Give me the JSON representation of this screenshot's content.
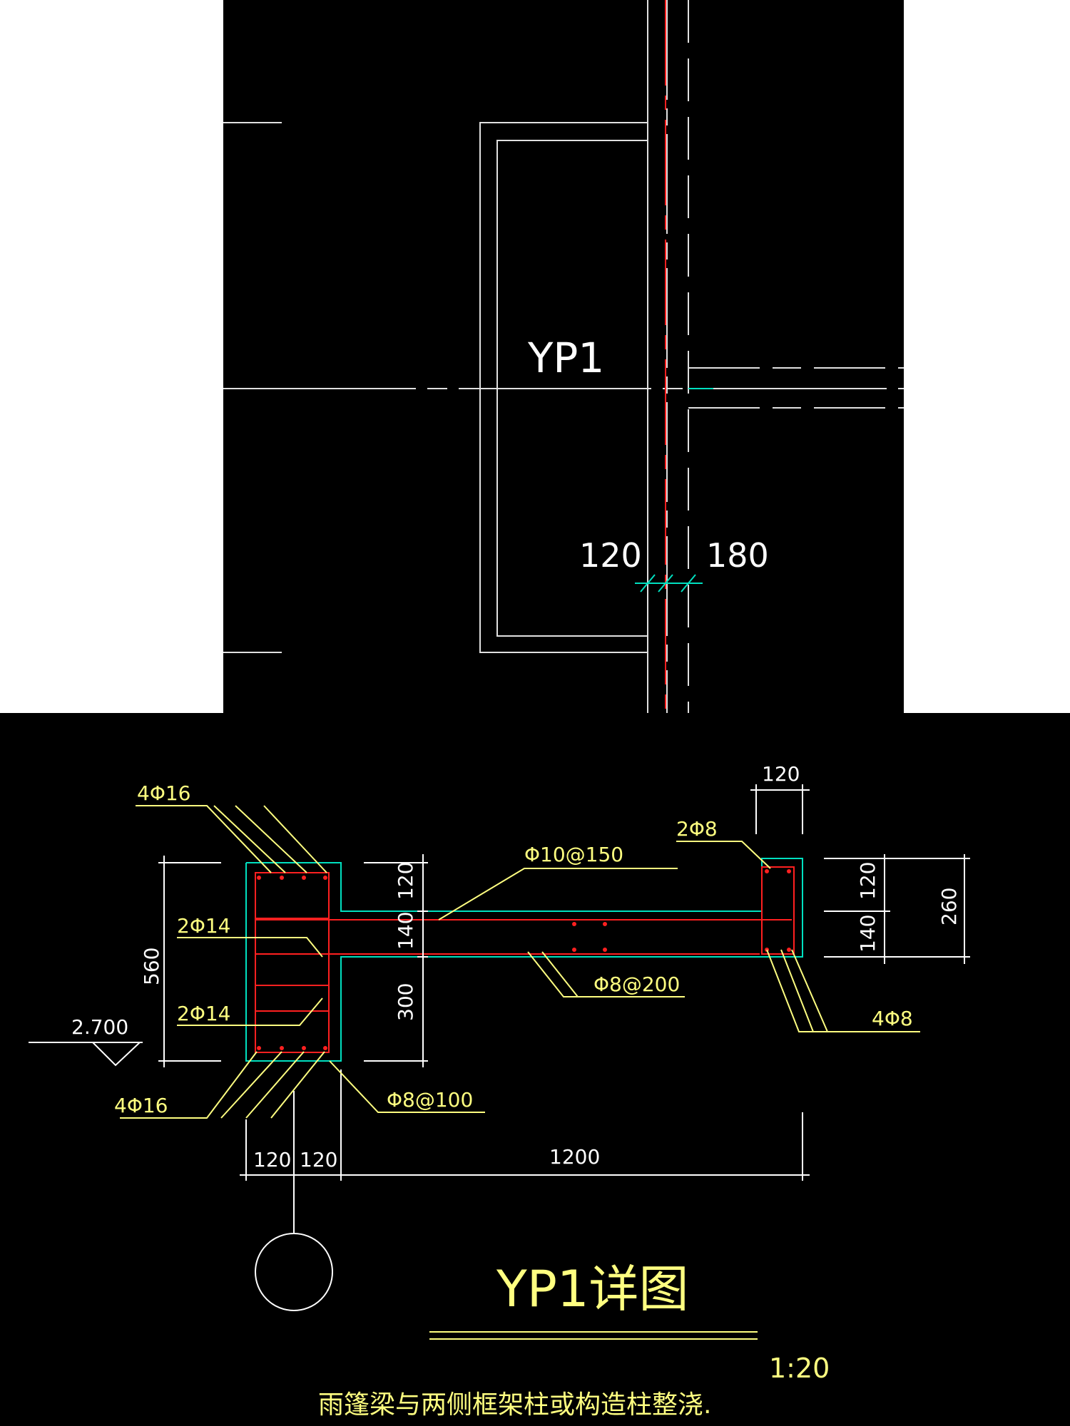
{
  "plan": {
    "member_label": "YP1",
    "dim_left": "120",
    "dim_right": "180"
  },
  "detail": {
    "rebar": {
      "top_left": "4Φ16",
      "mid_left_1": "2Φ14",
      "mid_left_2": "2Φ14",
      "bottom_left": "4Φ16",
      "slab_top": "Φ10@150",
      "slab_dist": "Φ8@200",
      "stirrup": "Φ8@100",
      "edge_top": "2Φ8",
      "edge_bottom": "4Φ8"
    },
    "dims": {
      "height_total": "560",
      "seg_top": "120",
      "seg_mid": "140",
      "seg_bottom": "300",
      "edge_width": "120",
      "right_top": "120",
      "right_mid": "140",
      "right_total": "260",
      "bottom_left": "120",
      "bottom_mid": "120",
      "bottom_span": "1200"
    },
    "elevation": "2.700",
    "title": "YP1详图",
    "scale": "1:20",
    "note": "雨篷梁与两侧框架柱或构造柱整浇."
  },
  "colors": {
    "background": "#000000",
    "outline": "#ffffff",
    "concrete": "#00e0c0",
    "rebar": "#ff2020",
    "annotation": "#ffff80"
  }
}
